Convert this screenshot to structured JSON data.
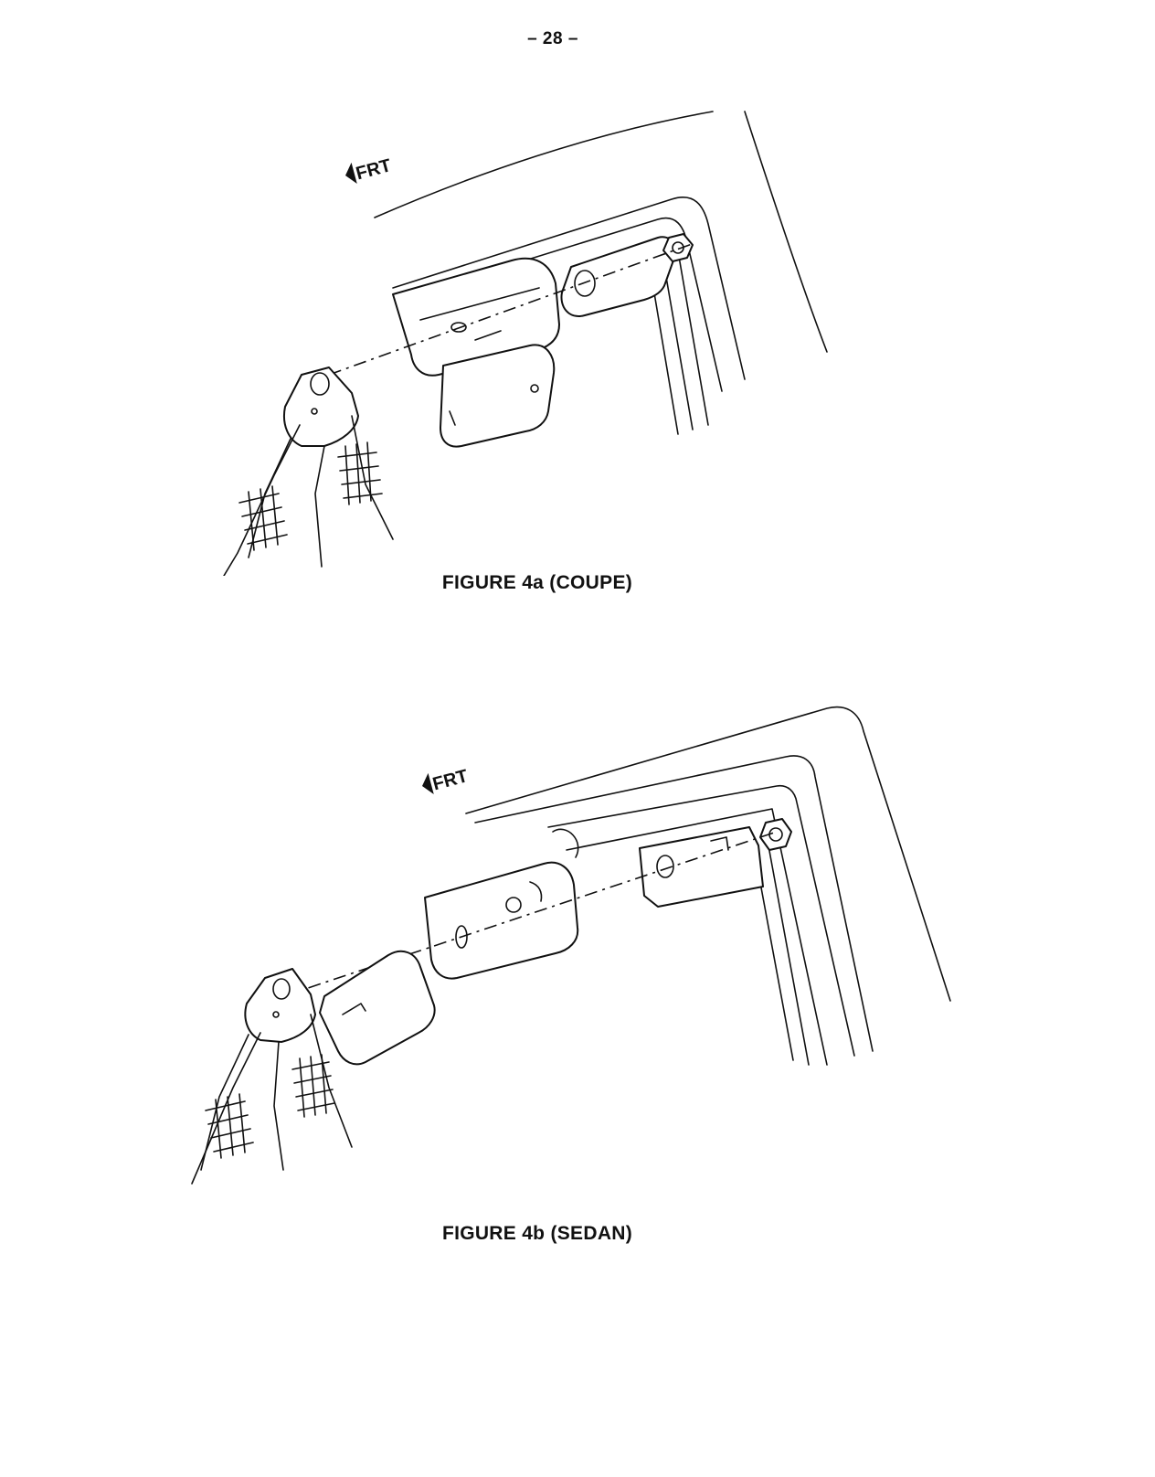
{
  "page": {
    "number": "– 28 –"
  },
  "figure_a": {
    "caption": "FIGURE 4a (COUPE)",
    "direction_label": "FRT",
    "direction_icon": "arrow-left-icon"
  },
  "figure_b": {
    "caption": "FIGURE 4b (SEDAN)",
    "direction_label": "FRT",
    "direction_icon": "arrow-left-icon"
  }
}
